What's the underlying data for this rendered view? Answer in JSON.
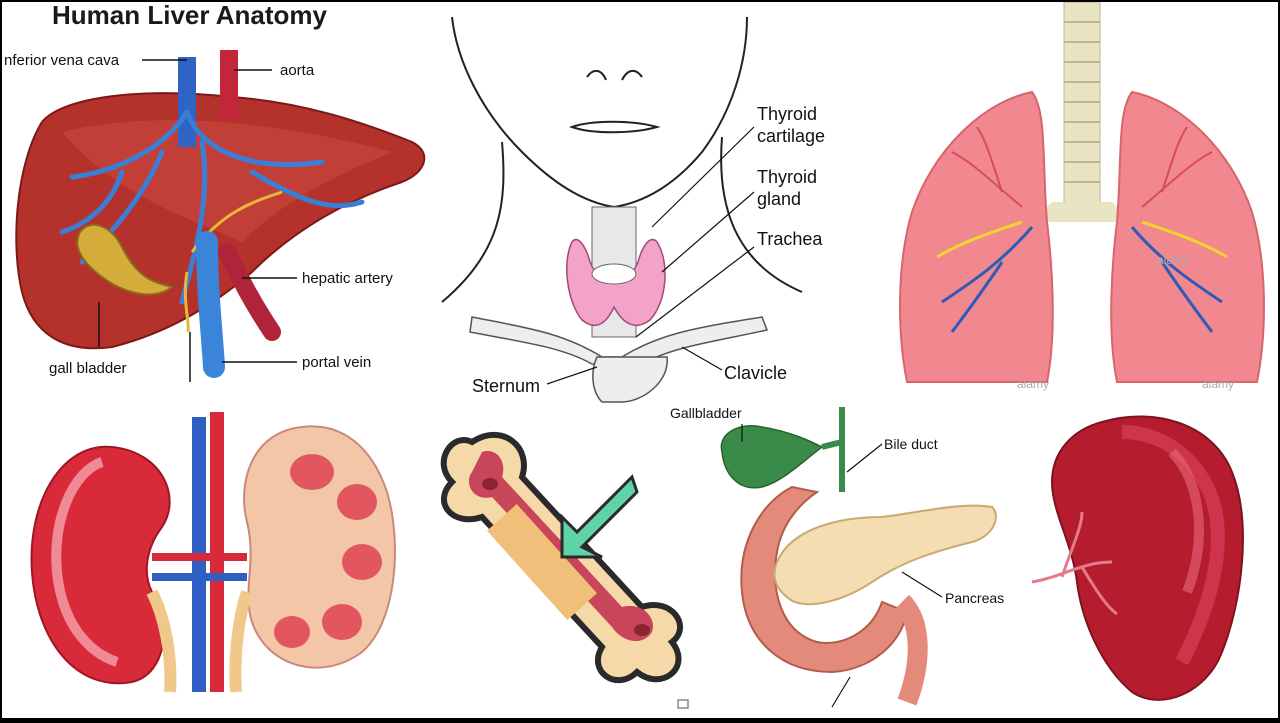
{
  "liver": {
    "title": "Human Liver Anatomy",
    "labels": {
      "ivc": "nferior vena cava",
      "aorta": "aorta",
      "hepatic_artery": "hepatic artery",
      "gall_bladder": "gall bladder",
      "portal_vein": "portal vein"
    }
  },
  "neck": {
    "labels": {
      "thyroid_cartilage_1": "Thyroid",
      "thyroid_cartilage_2": "cartilage",
      "thyroid_gland_1": "Thyroid",
      "thyroid_gland_2": "gland",
      "trachea": "Trachea",
      "sternum": "Sternum",
      "clavicle": "Clavicle"
    }
  },
  "lungs": {
    "watermarks": [
      "alamy",
      "alamy",
      "alamy"
    ]
  },
  "pancreas": {
    "labels": {
      "gallbladder": "Gallbladder",
      "bile_duct": "Bile duct",
      "pancreas": "Pancreas"
    }
  }
}
